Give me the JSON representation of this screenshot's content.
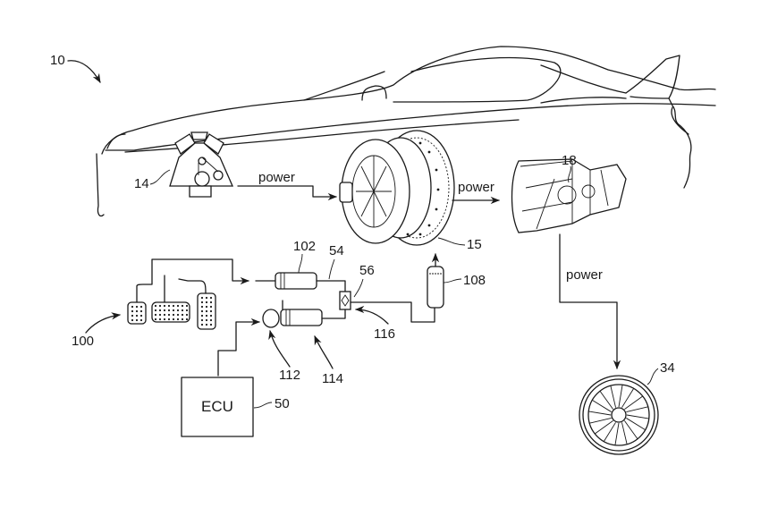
{
  "figure": {
    "title": "Vehicle powertrain with clutch actuation system",
    "reference_numerals": {
      "vehicle": "10",
      "engine": "14",
      "clutch": "15",
      "transmission": "18",
      "wheel": "34",
      "ecu": "50",
      "line_54": "54",
      "valve": "56",
      "pedals": "100",
      "master_cylinder": "102",
      "slave_cylinder": "108",
      "motor": "112",
      "actuator_cylinder": "114",
      "valve_pointer": "116"
    },
    "flow_labels": {
      "engine_to_clutch": "power",
      "clutch_to_transmission": "power",
      "transmission_to_wheel": "power"
    },
    "ecu_box_label": "ECU"
  }
}
